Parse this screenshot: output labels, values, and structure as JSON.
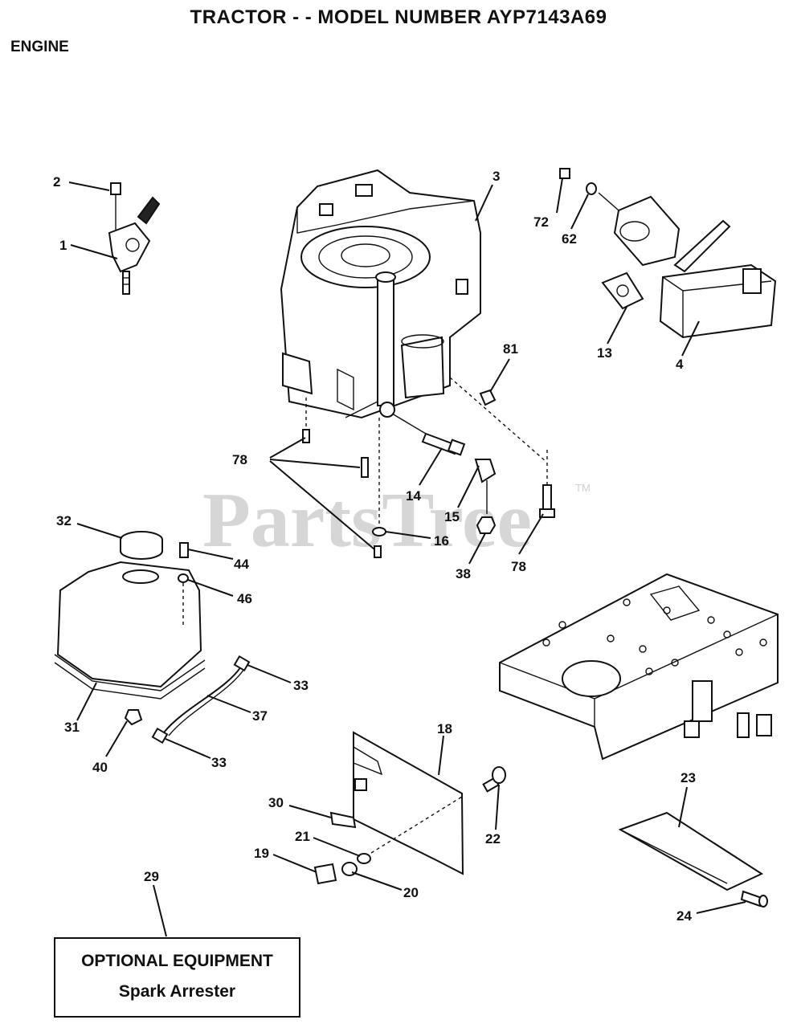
{
  "header": {
    "title": "TRACTOR - - MODEL NUMBER AYP7143A69",
    "section": "ENGINE"
  },
  "watermark": {
    "text": "PartsTree",
    "trademark": "TM"
  },
  "callouts": {
    "c1": "1",
    "c2": "2",
    "c3": "3",
    "c4": "4",
    "c13": "13",
    "c14": "14",
    "c15": "15",
    "c16": "16",
    "c18": "18",
    "c19": "19",
    "c20": "20",
    "c21": "21",
    "c22": "22",
    "c23": "23",
    "c24": "24",
    "c29": "29",
    "c30": "30",
    "c31": "31",
    "c32": "32",
    "c33a": "33",
    "c33b": "33",
    "c37": "37",
    "c38": "38",
    "c40": "40",
    "c44": "44",
    "c46": "46",
    "c62": "62",
    "c72": "72",
    "c78a": "78",
    "c78b": "78",
    "c81": "81"
  },
  "optional_box": {
    "title": "OPTIONAL EQUIPMENT",
    "item": "Spark Arrester"
  },
  "colors": {
    "line": "#111111",
    "watermark": "#d6d6d6",
    "background": "#ffffff"
  }
}
